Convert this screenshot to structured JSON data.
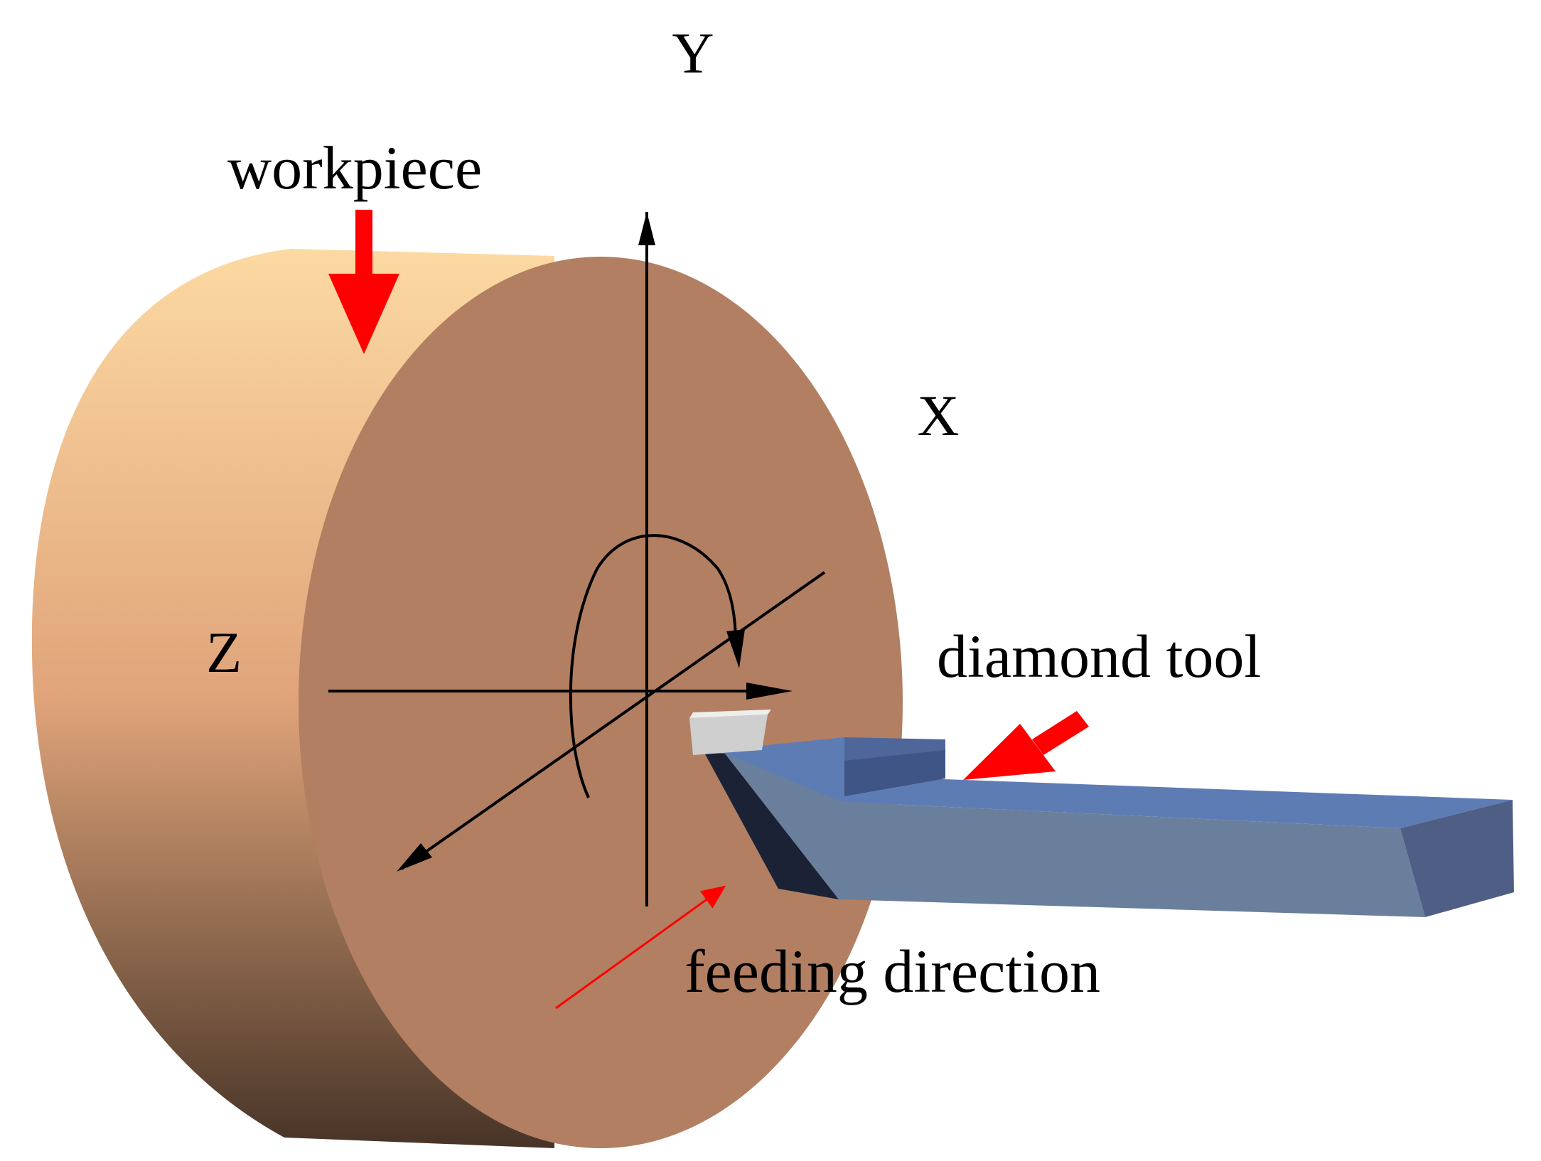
{
  "labels": {
    "y_axis": "Y",
    "x_axis": "X",
    "z_axis": "Z",
    "workpiece": "workpiece",
    "diamond_tool": "diamond tool",
    "feeding_direction": "feeding direction"
  },
  "colors": {
    "workpiece_face": "#b27f63",
    "workpiece_side_light": "#fcd9a2",
    "workpiece_side_mid": "#e0a47a",
    "workpiece_side_dark": "#473427",
    "tool_top": "#5e7cb4",
    "tool_side": "#6a7f9c",
    "tool_end": "#4f5e85",
    "tool_bevel": "#1b2236",
    "insert": "#cfcfcf",
    "axis": "#000000",
    "arrow_red": "#ff0000"
  }
}
